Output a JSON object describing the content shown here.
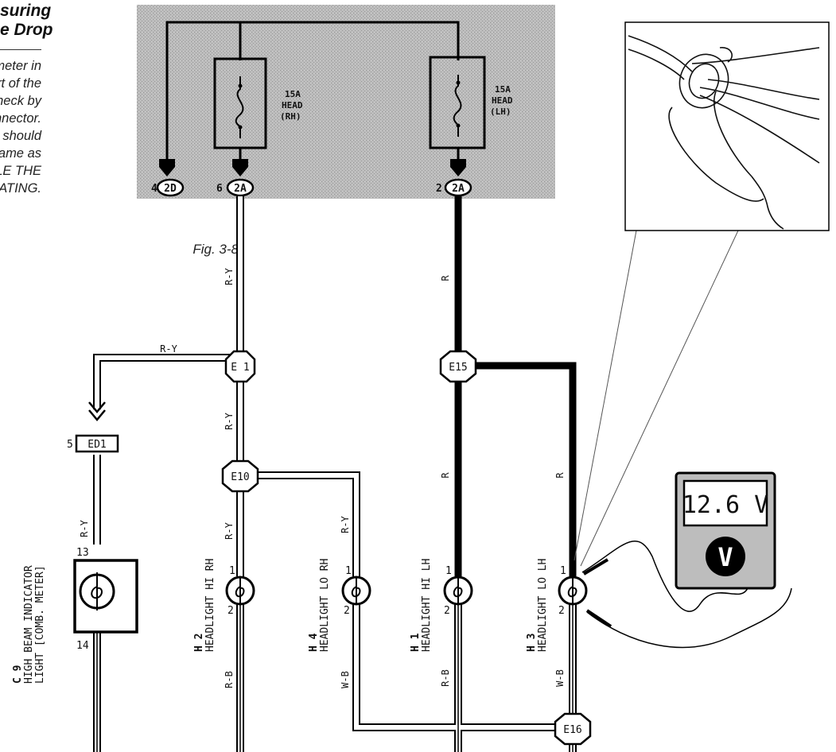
{
  "side_panel": {
    "title_line1": "suring",
    "title_line2": "e Drop",
    "body_lines": [
      "meter in",
      "art of the",
      "check by",
      "nnector.",
      "d should",
      "same as",
      "ILE THE",
      "RATING."
    ],
    "figure_label": "Fig. 3-8"
  },
  "fuse_box": {
    "fuses": [
      {
        "amps": "15A",
        "name": "HEAD",
        "side": "(RH)"
      },
      {
        "amps": "15A",
        "name": "HEAD",
        "side": "(LH)"
      }
    ],
    "terminals": [
      {
        "pin": "4",
        "connector": "2D"
      },
      {
        "pin": "6",
        "connector": "2A"
      },
      {
        "pin": "2",
        "connector": "2A"
      }
    ]
  },
  "wire_colors": {
    "ry": "R-Y",
    "r": "R",
    "rb": "R-B",
    "wb": "W-B"
  },
  "junctions": {
    "e1": "E 1",
    "e15": "E15",
    "e10": "E10",
    "e16": "E16"
  },
  "connector_ed1": {
    "pin": "5",
    "label": "ED1"
  },
  "components": {
    "c9": {
      "code": "C 9",
      "line1": "HIGH BEAM INDICATOR",
      "line2": "LIGHT [COMB. METER]",
      "pin_top": "13",
      "pin_bottom": "14"
    },
    "h2": {
      "code": "H 2",
      "name": "HEADLIGHT HI RH",
      "pin_top": "1",
      "pin_bottom": "2"
    },
    "h4": {
      "code": "H 4",
      "name": "HEADLIGHT LO RH",
      "pin_top": "1",
      "pin_bottom": "2"
    },
    "h1": {
      "code": "H 1",
      "name": "HEADLIGHT HI LH",
      "pin_top": "1",
      "pin_bottom": "2"
    },
    "h3": {
      "code": "H 3",
      "name": "HEADLIGHT LO LH",
      "pin_top": "1",
      "pin_bottom": "2"
    }
  },
  "voltmeter": {
    "reading": "12.6 V",
    "symbol": "V"
  },
  "colors": {
    "fuse_box_fill": "#b7b7b7",
    "wire_active": "#000000",
    "meter_fill": "#bdbdbd"
  }
}
